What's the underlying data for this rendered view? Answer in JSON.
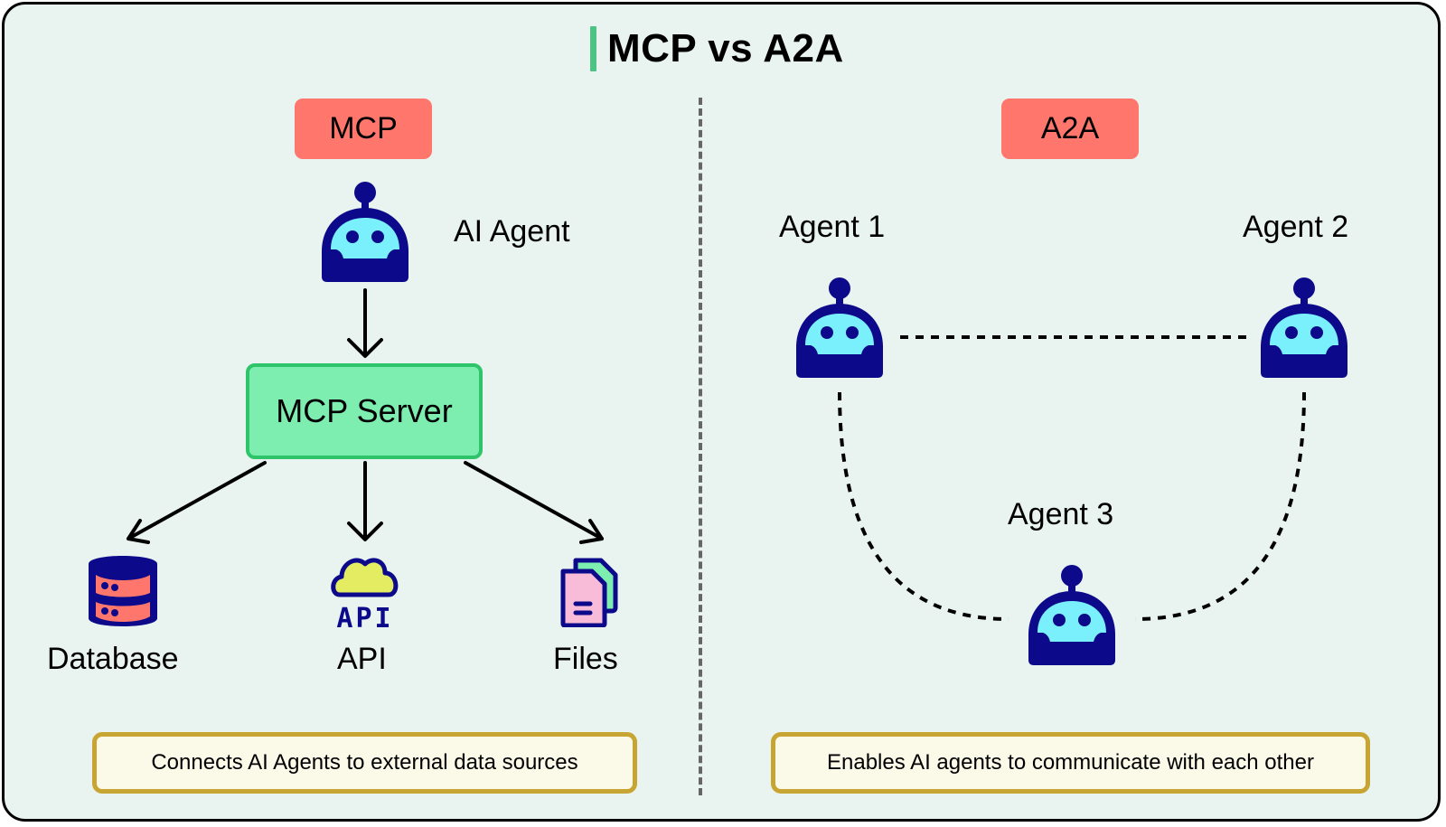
{
  "title": "MCP vs A2A",
  "colors": {
    "background": "#e9f4f0",
    "title_accent": "#4cc584",
    "tag": "#fe766c",
    "server_fill": "#7eeeb0",
    "server_border": "#2ec46a",
    "desc_fill": "#fbfae8",
    "desc_border": "#c8a532",
    "robot_body": "#0c0a8a",
    "robot_face": "#7af0fc"
  },
  "mcp": {
    "tag": "MCP",
    "agent_label": "AI Agent",
    "agent_icon": "robot-icon",
    "server_label": "MCP Server",
    "resources": [
      {
        "label": "Database",
        "icon": "database-icon"
      },
      {
        "label": "API",
        "icon": "cloud-api-icon",
        "icon_text": "API"
      },
      {
        "label": "Files",
        "icon": "files-icon"
      }
    ],
    "description": "Connects AI Agents to external data sources"
  },
  "a2a": {
    "tag": "A2A",
    "agents": [
      {
        "label": "Agent 1",
        "icon": "robot-icon"
      },
      {
        "label": "Agent 2",
        "icon": "robot-icon"
      },
      {
        "label": "Agent 3",
        "icon": "robot-icon"
      }
    ],
    "connections": [
      {
        "from": "Agent 1",
        "to": "Agent 2",
        "style": "dashed"
      },
      {
        "from": "Agent 1",
        "to": "Agent 3",
        "style": "dashed"
      },
      {
        "from": "Agent 2",
        "to": "Agent 3",
        "style": "dashed"
      }
    ],
    "description": "Enables AI agents to communicate with each other"
  }
}
